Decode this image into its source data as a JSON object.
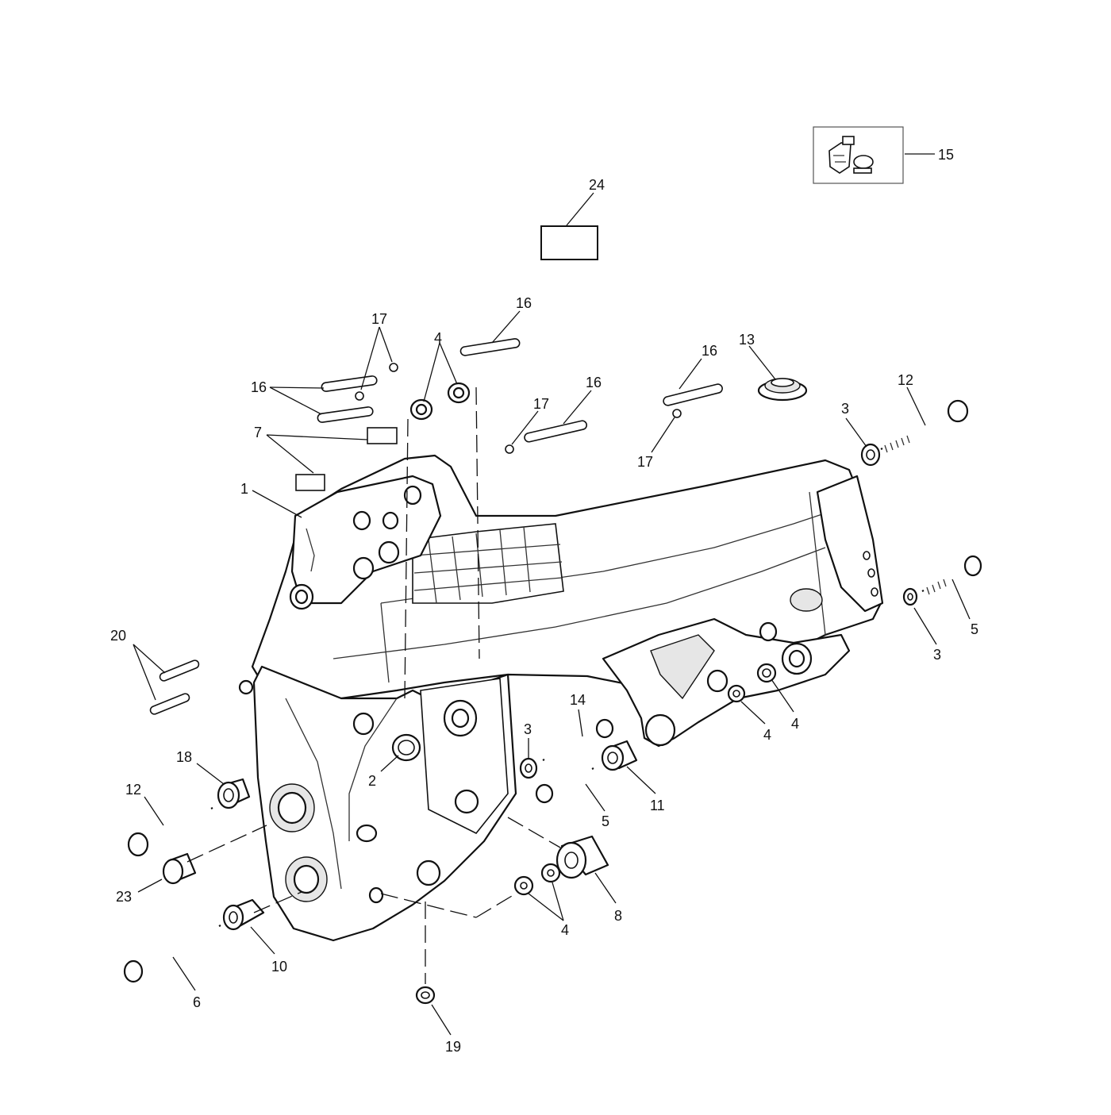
{
  "diagram": {
    "callouts": [
      {
        "id": "c15",
        "text": "15"
      },
      {
        "id": "c24",
        "text": "24"
      },
      {
        "id": "c16a",
        "text": "16"
      },
      {
        "id": "c17a",
        "text": "17"
      },
      {
        "id": "c4a",
        "text": "4"
      },
      {
        "id": "c16b",
        "text": "16"
      },
      {
        "id": "c16c",
        "text": "16"
      },
      {
        "id": "c16d",
        "text": "16"
      },
      {
        "id": "c13",
        "text": "13"
      },
      {
        "id": "c12a",
        "text": "12"
      },
      {
        "id": "c17b",
        "text": "17"
      },
      {
        "id": "c3a",
        "text": "3"
      },
      {
        "id": "c7",
        "text": "7"
      },
      {
        "id": "c17c",
        "text": "17"
      },
      {
        "id": "c1",
        "text": "1"
      },
      {
        "id": "c20",
        "text": "20"
      },
      {
        "id": "c5a",
        "text": "5"
      },
      {
        "id": "c3b",
        "text": "3"
      },
      {
        "id": "c14",
        "text": "14"
      },
      {
        "id": "c3c",
        "text": "3"
      },
      {
        "id": "c4b",
        "text": "4"
      },
      {
        "id": "c4c",
        "text": "4"
      },
      {
        "id": "c18",
        "text": "18"
      },
      {
        "id": "c2",
        "text": "2"
      },
      {
        "id": "c12b",
        "text": "12"
      },
      {
        "id": "c11",
        "text": "11"
      },
      {
        "id": "c5b",
        "text": "5"
      },
      {
        "id": "c23",
        "text": "23"
      },
      {
        "id": "c8",
        "text": "8"
      },
      {
        "id": "c4d",
        "text": "4"
      },
      {
        "id": "c10",
        "text": "10"
      },
      {
        "id": "c6",
        "text": "6"
      },
      {
        "id": "c19",
        "text": "19"
      }
    ]
  }
}
